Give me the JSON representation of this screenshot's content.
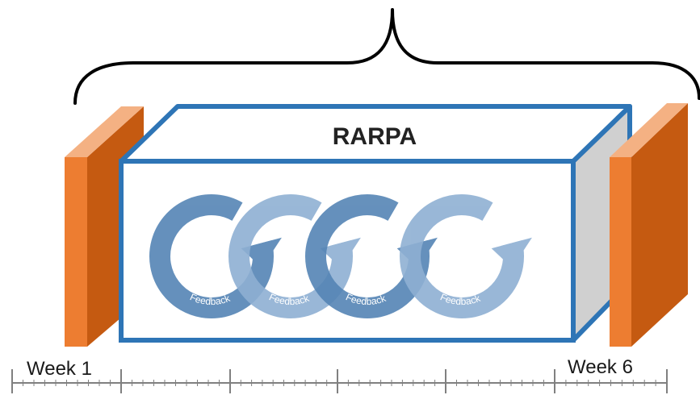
{
  "diagram": {
    "title": "RARPA",
    "cycle_label": "Feedback",
    "cycle_count": 4,
    "timeline": {
      "start_label": "Week 1",
      "end_label": "Week 6",
      "segments": 6
    },
    "colors": {
      "box_border": "#2E75B6",
      "cycle_dark": "#5585B5",
      "cycle_light": "#8FB0D3",
      "panel_front": "#ED7D31",
      "panel_side": "#C55A11",
      "box_side": "#D0D0D0",
      "brace": "#000000",
      "timeline": "#808080"
    }
  }
}
